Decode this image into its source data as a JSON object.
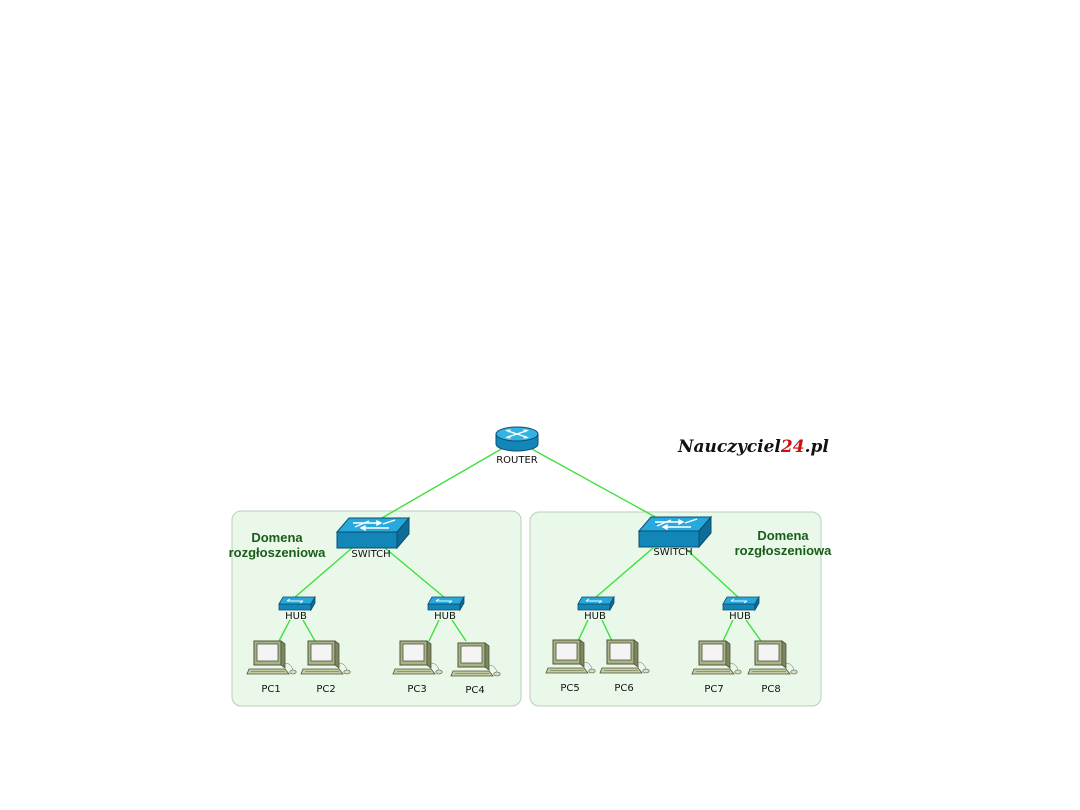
{
  "logo": {
    "prefix": "Nauczyciel",
    "number": "24",
    "suffix": ".pl"
  },
  "router": {
    "label": "ROUTER"
  },
  "domains": [
    {
      "title_line1": "Domena",
      "title_line2": "rozgłoszeniowa",
      "switch_label": "SWITCH",
      "hubs": [
        {
          "label": "HUB",
          "pcs": [
            "PC1",
            "PC2"
          ]
        },
        {
          "label": "HUB",
          "pcs": [
            "PC3",
            "PC4"
          ]
        }
      ]
    },
    {
      "title_line1": "Domena",
      "title_line2": "rozgłoszeniowa",
      "switch_label": "SWITCH",
      "hubs": [
        {
          "label": "HUB",
          "pcs": [
            "PC5",
            "PC6"
          ]
        },
        {
          "label": "HUB",
          "pcs": [
            "PC7",
            "PC8"
          ]
        }
      ]
    }
  ],
  "colors": {
    "link": "#3ee03e",
    "domain_fill": "#eaf8ea",
    "domain_border": "#b8cfb8",
    "device_blue": "#1e9bcf",
    "pc_body": "#a9b38a"
  }
}
